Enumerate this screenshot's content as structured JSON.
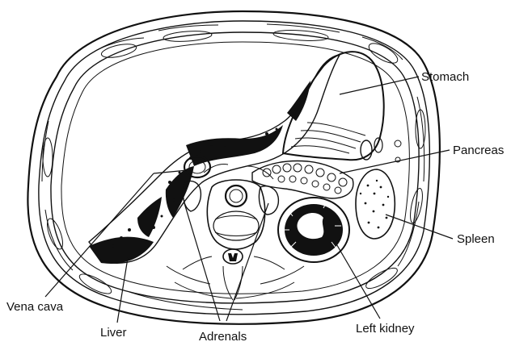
{
  "labels": {
    "stomach": "Stomach",
    "pancreas": "Pancreas",
    "spleen": "Spleen",
    "vena_cava": "Vena cava",
    "liver": "Liver",
    "adrenals": "Adrenals",
    "left_kidney": "Left kidney"
  },
  "colors": {
    "ink": "#111111",
    "paper": "#ffffff"
  }
}
